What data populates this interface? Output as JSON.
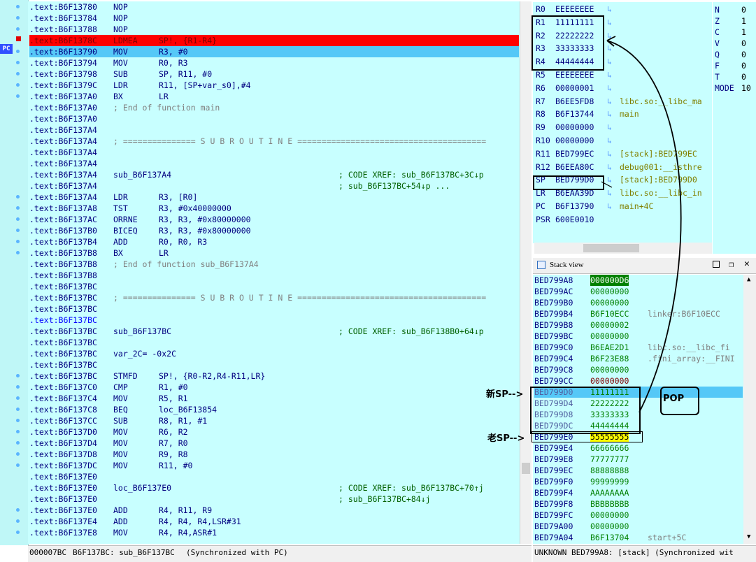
{
  "code": {
    "lines": [
      {
        "a": ".text:B6F13780",
        "m": "NOP",
        "o": "",
        "c": ""
      },
      {
        "a": ".text:B6F13784",
        "m": "NOP",
        "o": "",
        "c": ""
      },
      {
        "a": ".text:B6F13788",
        "m": "NOP",
        "o": "",
        "c": ""
      },
      {
        "a": ".text:B6F1378C",
        "m": "LDMEA",
        "o": "SP!, {R1-R4}",
        "c": "",
        "style": "red"
      },
      {
        "a": ".text:B6F13790",
        "m": "MOV",
        "o": "R3, #0",
        "c": "",
        "style": "cur"
      },
      {
        "a": ".text:B6F13794",
        "m": "MOV",
        "o": "R0, R3",
        "c": ""
      },
      {
        "a": ".text:B6F13798",
        "m": "SUB",
        "o": "SP, R11, #0",
        "c": ""
      },
      {
        "a": ".text:B6F1379C",
        "m": "LDR",
        "o": "R11, [SP+var_s0],#4",
        "c": ""
      },
      {
        "a": ".text:B6F137A0",
        "m": "BX",
        "o": "LR",
        "c": ""
      },
      {
        "a": ".text:B6F137A0",
        "sep": "; End of function main"
      },
      {
        "a": ".text:B6F137A0",
        "m": "",
        "o": "",
        "c": ""
      },
      {
        "a": ".text:B6F137A4",
        "m": "",
        "o": "",
        "c": ""
      },
      {
        "a": ".text:B6F137A4",
        "sep": "; =============== S U B R O U T I N E ======================================="
      },
      {
        "a": ".text:B6F137A4",
        "m": "",
        "o": "",
        "c": ""
      },
      {
        "a": ".text:B6F137A4",
        "m": "",
        "o": "",
        "c": ""
      },
      {
        "a": ".text:B6F137A4",
        "m": "sub_B6F137A4",
        "o": "",
        "c": "; CODE XREF: sub_B6F137BC+3C↓p"
      },
      {
        "a": ".text:B6F137A4",
        "m": "",
        "o": "",
        "c": "; sub_B6F137BC+54↓p ..."
      },
      {
        "a": ".text:B6F137A4",
        "m": "LDR",
        "o": "R3, [R0]",
        "c": ""
      },
      {
        "a": ".text:B6F137A8",
        "m": "TST",
        "o": "R3, #0x40000000",
        "c": ""
      },
      {
        "a": ".text:B6F137AC",
        "m": "ORRNE",
        "o": "R3, R3, #0x80000000",
        "c": ""
      },
      {
        "a": ".text:B6F137B0",
        "m": "BICEQ",
        "o": "R3, R3, #0x80000000",
        "c": ""
      },
      {
        "a": ".text:B6F137B4",
        "m": "ADD",
        "o": "R0, R0, R3",
        "c": ""
      },
      {
        "a": ".text:B6F137B8",
        "m": "BX",
        "o": "LR",
        "c": ""
      },
      {
        "a": ".text:B6F137B8",
        "sep": "; End of function sub_B6F137A4"
      },
      {
        "a": ".text:B6F137B8",
        "m": "",
        "o": "",
        "c": ""
      },
      {
        "a": ".text:B6F137BC",
        "m": "",
        "o": "",
        "c": ""
      },
      {
        "a": ".text:B6F137BC",
        "sep": "; =============== S U B R O U T I N E ======================================="
      },
      {
        "a": ".text:B6F137BC",
        "m": "",
        "o": "",
        "c": ""
      },
      {
        "a": ".text:B6F137BC",
        "m": "",
        "o": "",
        "c": "",
        "blue": true
      },
      {
        "a": ".text:B6F137BC",
        "m": "sub_B6F137BC",
        "o": "",
        "c": "; CODE XREF: sub_B6F138B0+64↓p"
      },
      {
        "a": ".text:B6F137BC",
        "m": "",
        "o": "",
        "c": ""
      },
      {
        "a": ".text:B6F137BC",
        "m": "var_2C= -0x2C",
        "o": "",
        "c": ""
      },
      {
        "a": ".text:B6F137BC",
        "m": "",
        "o": "",
        "c": ""
      },
      {
        "a": ".text:B6F137BC",
        "m": "STMFD",
        "o": "SP!, {R0-R2,R4-R11,LR}",
        "c": ""
      },
      {
        "a": ".text:B6F137C0",
        "m": "CMP",
        "o": "R1, #0",
        "c": ""
      },
      {
        "a": ".text:B6F137C4",
        "m": "MOV",
        "o": "R5, R1",
        "c": ""
      },
      {
        "a": ".text:B6F137C8",
        "m": "BEQ",
        "o": "loc_B6F13854",
        "c": ""
      },
      {
        "a": ".text:B6F137CC",
        "m": "SUB",
        "o": "R8, R1, #1",
        "c": ""
      },
      {
        "a": ".text:B6F137D0",
        "m": "MOV",
        "o": "R6, R2",
        "c": ""
      },
      {
        "a": ".text:B6F137D4",
        "m": "MOV",
        "o": "R7, R0",
        "c": ""
      },
      {
        "a": ".text:B6F137D8",
        "m": "MOV",
        "o": "R9, R8",
        "c": ""
      },
      {
        "a": ".text:B6F137DC",
        "m": "MOV",
        "o": "R11, #0",
        "c": ""
      },
      {
        "a": ".text:B6F137E0",
        "m": "",
        "o": "",
        "c": ""
      },
      {
        "a": ".text:B6F137E0",
        "m": "loc_B6F137E0",
        "o": "",
        "c": "; CODE XREF: sub_B6F137BC+70↑j"
      },
      {
        "a": ".text:B6F137E0",
        "m": "",
        "o": "",
        "c": "; sub_B6F137BC+84↓j"
      },
      {
        "a": ".text:B6F137E0",
        "m": "ADD",
        "o": "R4, R11, R9",
        "c": ""
      },
      {
        "a": ".text:B6F137E4",
        "m": "ADD",
        "o": "R4, R4, R4,LSR#31",
        "c": ""
      },
      {
        "a": ".text:B6F137E8",
        "m": "MOV",
        "o": "R4, R4,ASR#1",
        "c": ""
      }
    ]
  },
  "gutter": {
    "pc_label": "PC"
  },
  "status": {
    "offset": "000007BC",
    "location": "B6F137BC: sub_B6F137BC",
    "sync": "(Synchronized with PC)"
  },
  "registers": [
    {
      "n": "R0",
      "v": "EEEEEEEE",
      "c": ""
    },
    {
      "n": "R1",
      "v": "11111111",
      "c": ""
    },
    {
      "n": "R2",
      "v": "22222222",
      "c": ""
    },
    {
      "n": "R3",
      "v": "33333333",
      "c": ""
    },
    {
      "n": "R4",
      "v": "44444444",
      "c": ""
    },
    {
      "n": "R5",
      "v": "EEEEEEEE",
      "c": ""
    },
    {
      "n": "R6",
      "v": "00000001",
      "c": ""
    },
    {
      "n": "R7",
      "v": "B6EE5FD8",
      "c": "libc.so:__libc_ma"
    },
    {
      "n": "R8",
      "v": "B6F13744",
      "c": "main"
    },
    {
      "n": "R9",
      "v": "00000000",
      "c": ""
    },
    {
      "n": "R10",
      "v": "00000000",
      "c": ""
    },
    {
      "n": "R11",
      "v": "BED799EC",
      "c": "[stack]:BED799EC"
    },
    {
      "n": "R12",
      "v": "B6EEA80C",
      "c": "debug001:__isthre"
    },
    {
      "n": "SP",
      "v": "BED799D0",
      "c": "[stack]:BED799D0"
    },
    {
      "n": "LR",
      "v": "B6EAA39D",
      "c": "libc.so:__libc_in"
    },
    {
      "n": "PC",
      "v": "B6F13790",
      "c": "main+4C"
    },
    {
      "n": "PSR",
      "v": "600E0010",
      "c": ""
    }
  ],
  "flags": [
    {
      "n": "N",
      "v": "0"
    },
    {
      "n": "Z",
      "v": "1"
    },
    {
      "n": "C",
      "v": "1"
    },
    {
      "n": "V",
      "v": "0"
    },
    {
      "n": "Q",
      "v": "0"
    },
    {
      "n": "F",
      "v": "0"
    },
    {
      "n": "T",
      "v": "0"
    },
    {
      "n": "MODE",
      "v": "10"
    }
  ],
  "stack_view": {
    "title": "Stack view",
    "rows": [
      {
        "a": "BED799A8",
        "v": "000000D6",
        "c": ""
      },
      {
        "a": "BED799AC",
        "v": "00000000",
        "c": ""
      },
      {
        "a": "BED799B0",
        "v": "00000000",
        "c": ""
      },
      {
        "a": "BED799B4",
        "v": "B6F10ECC",
        "c": "linker:B6F10ECC"
      },
      {
        "a": "BED799B8",
        "v": "00000002",
        "c": ""
      },
      {
        "a": "BED799BC",
        "v": "00000000",
        "c": ""
      },
      {
        "a": "BED799C0",
        "v": "B6EAE2D1",
        "c": "libc.so:__libc_fi"
      },
      {
        "a": "BED799C4",
        "v": "B6F23E88",
        "c": ".fini_array:__FINI"
      },
      {
        "a": "BED799C8",
        "v": "00000000",
        "c": ""
      },
      {
        "a": "BED799CC",
        "v": "00000000",
        "c": ""
      },
      {
        "a": "BED799D0",
        "v": "11111111",
        "c": ""
      },
      {
        "a": "BED799D4",
        "v": "22222222",
        "c": ""
      },
      {
        "a": "BED799D8",
        "v": "33333333",
        "c": ""
      },
      {
        "a": "BED799DC",
        "v": "44444444",
        "c": ""
      },
      {
        "a": "BED799E0",
        "v": "55555555",
        "c": ""
      },
      {
        "a": "BED799E4",
        "v": "66666666",
        "c": ""
      },
      {
        "a": "BED799E8",
        "v": "77777777",
        "c": ""
      },
      {
        "a": "BED799EC",
        "v": "88888888",
        "c": ""
      },
      {
        "a": "BED799F0",
        "v": "99999999",
        "c": ""
      },
      {
        "a": "BED799F4",
        "v": "AAAAAAAA",
        "c": ""
      },
      {
        "a": "BED799F8",
        "v": "BBBBBBBB",
        "c": ""
      },
      {
        "a": "BED799FC",
        "v": "00000000",
        "c": ""
      },
      {
        "a": "BED79A00",
        "v": "00000000",
        "c": ""
      },
      {
        "a": "BED79A04",
        "v": "B6F13704",
        "c": "start+5C"
      }
    ],
    "status": "UNKNOWN BED799A8: [stack] (Synchronized wit"
  },
  "annotations": {
    "new_sp": "新SP-->",
    "old_sp": "老SP-->",
    "pop": "POP"
  }
}
